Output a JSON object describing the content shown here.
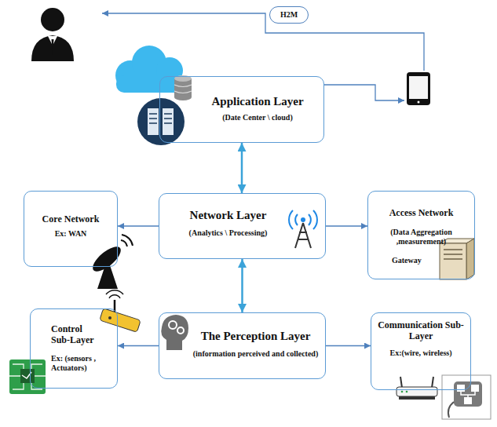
{
  "diagram": {
    "nodes": [
      {
        "text": [
          "Application Layer",
          "(Date Center \\ cloud)"
        ]
      },
      {
        "text": [
          "Core Network",
          "Ex: WAN"
        ]
      },
      {
        "text": [
          "Network Layer",
          "(Analytics \\ Processing)"
        ]
      },
      {
        "text": [
          "Access Network",
          "(Data Aggregation ,measurement)",
          "Gateway"
        ]
      },
      {
        "text": [
          "Control Sub-Layer",
          "Ex: (sensors , Actuators)"
        ]
      },
      {
        "text": [
          "The Perception Layer",
          "(information perceived and collected)"
        ]
      },
      {
        "text": [
          "Communication Sub-Layer",
          "Ex:(wire, wireless)"
        ]
      }
    ],
    "edges": [
      {
        "from": 0,
        "to": 2,
        "arrow": "both"
      },
      {
        "from": 2,
        "to": 1,
        "arrow": "to"
      },
      {
        "from": 2,
        "to": 3,
        "arrow": "to"
      },
      {
        "from": 2,
        "to": 5,
        "arrow": "both"
      },
      {
        "from": 5,
        "to": 4,
        "arrow": "to"
      },
      {
        "from": 5,
        "to": 6,
        "arrow": "to"
      }
    ],
    "labels": [
      "H2M"
    ]
  }
}
